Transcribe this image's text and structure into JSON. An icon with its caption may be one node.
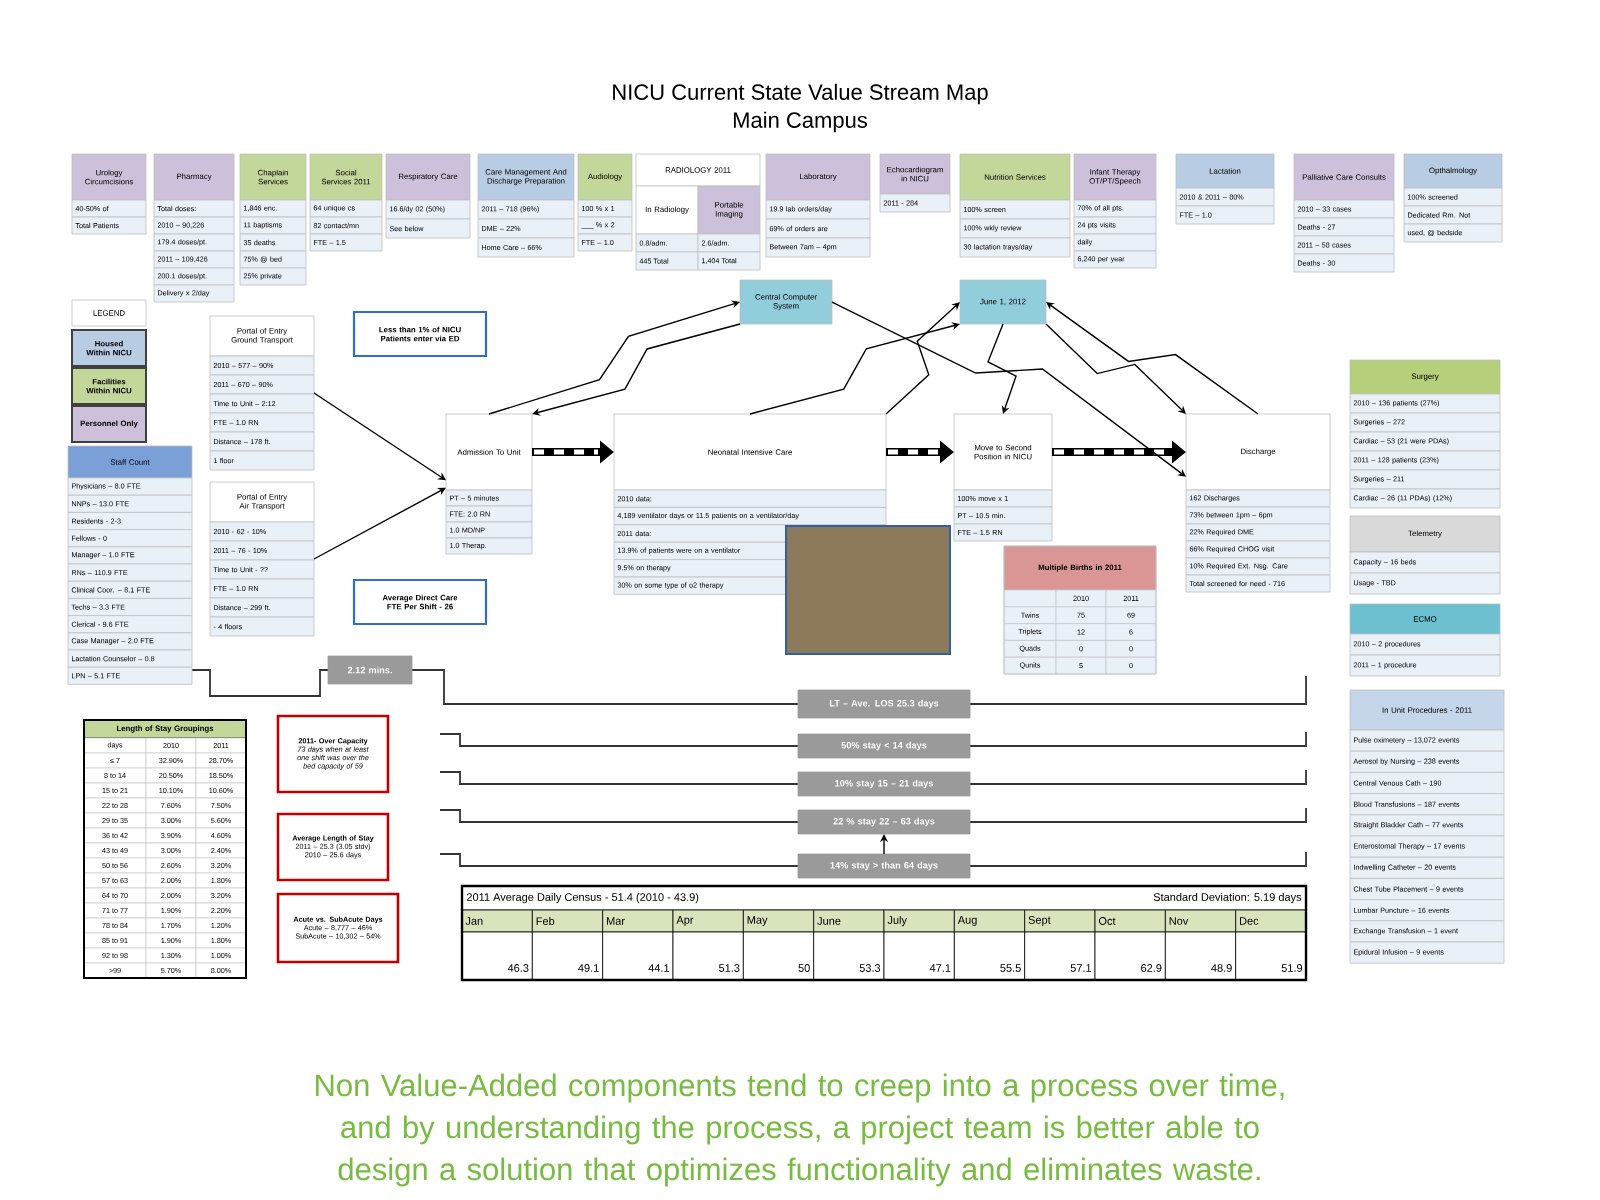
{
  "diagram": {
    "title": "NICU Current State Value Stream Map",
    "caption": "Non Value-Added components tend to creep into a process over time, and by understanding the process, a project team is better able to design a solution that optimizes functionality and eliminates waste.",
    "nodes": [
      {
        "text": [
          "Urology Circumcisions",
          "40-50% of",
          "Total Patients"
        ]
      },
      {
        "text": [
          "Pharmacy",
          "Total doses:",
          "2010 – 90,226",
          "179.4 doses/pt.",
          "2011 – 109,426",
          "200.1 doses/pt.",
          "Delivery x 2/day"
        ]
      },
      {
        "text": [
          "Chaplain Services",
          "1,846 enc.",
          "11 baptisms",
          "35 deaths",
          "75% @ bed",
          "25% private"
        ]
      },
      {
        "text": [
          "Social Services 2011",
          "64 unique cs",
          "82 contact/mn",
          "FTE – 1.5"
        ]
      },
      {
        "text": [
          "Respiratory Care",
          "16.6/dy 02 (50%)",
          "See below"
        ]
      },
      {
        "text": [
          "Care Management And Discharge Preparation",
          "2011 – 718 (96%)",
          "DME – 22%",
          "Home Care – 66%"
        ]
      },
      {
        "text": [
          "Audiology",
          "100 % x 1",
          "___ % x 2",
          "FTE – 1.0"
        ]
      },
      {
        "text": [
          "RADIOLOGY 2011",
          "In Radiology",
          "Portable Imaging",
          "0.8/adm.",
          "2.6/adm.",
          "445 Total",
          "1,404 Total"
        ]
      },
      {
        "text": [
          "Laboratory",
          "19.9 lab orders/day",
          "69% of orders are",
          "Between 7am – 4pm"
        ]
      },
      {
        "text": [
          "Echocardiogram in NICU",
          "2011 - 284"
        ]
      },
      {
        "text": [
          "Nutrition Services",
          "100% screen",
          "100% wkly review",
          "30 lactation trays/day"
        ]
      },
      {
        "text": [
          "Infant Therapy OT/PT/Speech",
          "70% of all pts.",
          "24 pts visits",
          "daily",
          "6,240 per year"
        ]
      },
      {
        "text": [
          "Lactation",
          "2010 & 2011 – 80%",
          "FTE – 1.0"
        ]
      },
      {
        "text": [
          "Palliative Care Consults",
          "2010 – 33 cases",
          "Deaths - 27",
          "2011 – 58 cases",
          "Deaths - 30"
        ]
      },
      {
        "text": [
          "Opthalmology",
          "100% screened",
          "Dedicated Rm. Not",
          "used, @ bedside"
        ]
      },
      {
        "text": [
          "Portal of Entry Ground Transport",
          "2010 – 577 – 90%",
          "2011 – 670 – 90%",
          "Time to Unit – 2:12",
          "FTE – 1.0 RN",
          "Distance – 178 ft.",
          "1 floor"
        ]
      },
      {
        "text": [
          "Portal of Entry Air Transport",
          "2010 - 62 - 10%",
          "2011 – 76 - 10%",
          "Time to Unit - ??",
          "FTE – 1.0 RN",
          "Distance – 299 ft.",
          "- 4 floors"
        ]
      },
      {
        "text": [
          "Staff Count",
          "Physicians – 8.0 FTE",
          "NNPs – 13.0 FTE",
          "Residents - 2-3",
          "Fellows - 0",
          "Manager – 1.0 FTE",
          "RNs – 110.9 FTE",
          "Clinical Coor. – 8.1 FTE",
          "Techs – 3.3 FTE",
          "Clerical - 9.6 FTE",
          "Case Manager – 2.0 FTE",
          "Lactation Counselor – 0.8",
          "LPN – 5.1 FTE"
        ]
      },
      {
        "text": [
          "Less than 1% of NICU Patients enter via ED"
        ]
      },
      {
        "text": [
          "Average Direct Care FTE Per Shift - 26"
        ]
      },
      {
        "text": [
          "Admission To Unit",
          "PT – 5 minutes",
          "FTE: 2.0 RN",
          "1.0 MD/NP",
          "1.0 Therap."
        ]
      },
      {
        "text": [
          "Central Computer System"
        ]
      },
      {
        "text": [
          "June 1, 2012"
        ]
      },
      {
        "text": [
          "Neonatal Intensive Care",
          "2010 data:",
          "4,189 ventilator days or 11.5 patients on a ventilator/day",
          "2011 data:",
          "13.9% of patients were on a ventilator",
          "9.5% on therapy",
          "30% on some type of o2 therapy"
        ]
      },
      {
        "text": [
          "Move to Second Position in NICU",
          "100% move x 1",
          "PT – 10.5 min.",
          "FTE – 1.5 RN"
        ]
      },
      {
        "text": [
          "Multiple Births in 2011",
          "2010",
          "2011",
          "Twins",
          "75",
          "69",
          "Triplets",
          "12",
          "6",
          "Quads",
          "0",
          "0",
          "Qunits",
          "5",
          "0"
        ]
      },
      {
        "text": [
          "Discharge",
          "162 Discharges",
          "73% between 1pm – 6pm",
          "22% Required DME",
          "66% Required CHOG visit",
          "10% Required Ext. Nsg. Care",
          "Total screened for need - 716"
        ]
      },
      {
        "text": [
          "Surgery",
          "2010 – 136 patients (27%)",
          "Surgeries – 272",
          "Cardiac – 53 (21 were PDAs)",
          "2011 – 128 patients (23%)",
          "Surgeries – 211",
          "Cardiac – 26 (11 PDAs) (12%)"
        ]
      },
      {
        "text": [
          "Telemetry",
          "Capacity – 16 beds",
          "Usage - TBD"
        ]
      },
      {
        "text": [
          "ECMO",
          "2010 – 2 procedures",
          "2011 – 1 procedure"
        ]
      },
      {
        "text": [
          "In Unit Procedures - 2011",
          "Pulse oximetery – 13,072 events",
          "Aerosol by Nursing – 238 events",
          "Central Venous Cath – 190",
          "Blood Transfusions – 187 events",
          "Straight Bladder Cath – 77 events",
          "Enterostomal Therapy – 17 events",
          "Indwelling Catheter – 20 events",
          "Chest Tube Placement – 9 events",
          "Lumbar Puncture – 16 events",
          "Exchange Transfusion – 1 event",
          "Epidural Infusion – 9 events"
        ]
      },
      {
        "text": [
          "Length of Stay Groupings",
          "days",
          "2010",
          "2011",
          "≤ 7",
          "32.90%",
          "28.70%",
          "8 to 14",
          "20.50%",
          "18.50%",
          "15 to 21",
          "10.10%",
          "10.60%",
          "22 to 28",
          "7.60%",
          "7.50%",
          "29 to 35",
          "3.00%",
          "5.60%",
          "36 to 42",
          "3.90%",
          "4.60%",
          "43 to 49",
          "3.00%",
          "2.40%",
          "50 to 56",
          "2.60%",
          "3.20%",
          "57 to 63",
          "2.00%",
          "1.80%",
          "64 to 70",
          "2.00%",
          "3.20%",
          "71 to 77",
          "1.90%",
          "2.20%",
          "78 to 84",
          "1.70%",
          "1.20%",
          "85 to 91",
          "1.90%",
          "1.80%",
          "92 to 98",
          "1.30%",
          "1.00%",
          ">99",
          "5.70%",
          "8.00%"
        ]
      },
      {
        "text": [
          "2011- Over Capacity",
          "73 days when at least one shift was over the bed capacity of 59"
        ]
      },
      {
        "text": [
          "Average Length of Stay",
          "2011 – 25.3 (3.05 stdv)",
          "2010 – 25.6 days"
        ]
      },
      {
        "text": [
          "Acute vs. SubAcute Days",
          "Acute – 8,777 – 46%",
          "SubAcute – 10,302 – 54%"
        ]
      },
      {
        "text": [
          "2.12 mins."
        ]
      },
      {
        "text": [
          "LT – Ave. LOS 25.3 days"
        ]
      },
      {
        "text": [
          "50% stay < 14 days"
        ]
      },
      {
        "text": [
          "10% stay 15 – 21 days"
        ]
      },
      {
        "text": [
          "22 % stay 22 – 63 days"
        ]
      },
      {
        "text": [
          "14% stay > than 64 days"
        ]
      },
      {
        "text": [
          "2011 Average Daily Census - 51.4 (2010 - 43.9)",
          "Standard Deviation: 5.19 days",
          "Jan",
          "Feb",
          "Mar",
          "Apr",
          "May",
          "June",
          "July",
          "Aug",
          "Sept",
          "Oct",
          "Nov",
          "Dec",
          "46.3",
          "49.1",
          "44.1",
          "51.3",
          "50",
          "53.3",
          "47.1",
          "55.5",
          "57.1",
          "62.9",
          "48.9",
          "51.9"
        ]
      }
    ],
    "edges": [
      {
        "from": 15,
        "to": 20,
        "arrow": "to"
      },
      {
        "from": 16,
        "to": 20,
        "arrow": "to"
      },
      {
        "from": 20,
        "to": 23,
        "arrow": "to",
        "style": "thick"
      },
      {
        "from": 23,
        "to": 24,
        "arrow": "to",
        "style": "thick"
      },
      {
        "from": 24,
        "to": 26,
        "arrow": "to",
        "style": "thick"
      },
      {
        "from": 20,
        "to": 21,
        "arrow": "to"
      },
      {
        "from": 21,
        "to": 20,
        "arrow": "to"
      },
      {
        "from": 21,
        "to": 26,
        "arrow": "to"
      },
      {
        "from": 23,
        "to": 22,
        "arrow": "to"
      },
      {
        "from": 23,
        "to": 22,
        "arrow": "to"
      },
      {
        "from": 22,
        "to": 24,
        "arrow": "to"
      },
      {
        "from": 26,
        "to": 22,
        "arrow": "to"
      },
      {
        "from": 22,
        "to": 26,
        "arrow": "to"
      },
      {
        "from": 40,
        "to": 39,
        "arrow": "to"
      }
    ],
    "labels": [
      "Main Campus",
      "LEGEND"
    ],
    "legend": [
      {
        "text": "Housed Within NICU",
        "color": "#b8cce4"
      },
      {
        "text": "Facilities Within NICU",
        "color": "#c4d79b"
      },
      {
        "text": "Personnel Only",
        "color": "#ccc0da"
      }
    ]
  }
}
